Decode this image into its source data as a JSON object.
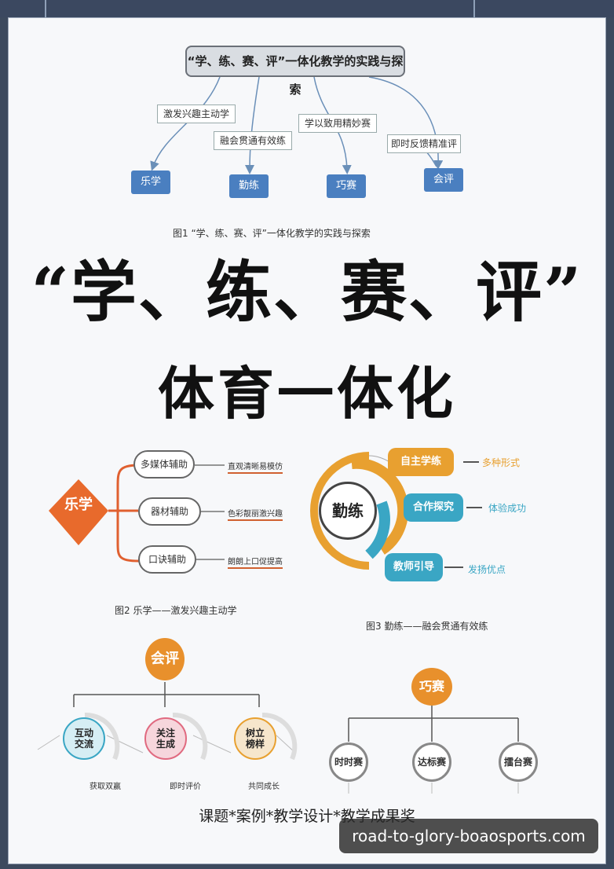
{
  "fig1": {
    "title": "“学、练、赛、评”一体化教学的实践与探索",
    "labels": [
      "激发兴趣主动学",
      "融会贯通有效练",
      "学以致用精妙赛",
      "即时反馈精准评"
    ],
    "nodes": [
      "乐学",
      "勤练",
      "巧赛",
      "会评"
    ],
    "caption": "图1  “学、练、赛、评”一体化教学的实践与探索"
  },
  "headline": {
    "line1": "“学、练、赛、评”",
    "line2": "体育一体化"
  },
  "fig2": {
    "center": "乐学",
    "items": [
      {
        "label": "多媒体辅助",
        "note": "直观清晰易模仿"
      },
      {
        "label": "器材辅助",
        "note": "色彩靓丽激兴趣"
      },
      {
        "label": "口诀辅助",
        "note": "朗朗上口促提高"
      }
    ],
    "caption": "图2  乐学——激发兴趣主动学"
  },
  "fig3": {
    "center": "勤练",
    "items": [
      {
        "label": "自主学练",
        "note": "多种形式",
        "color": "#e8a030"
      },
      {
        "label": "合作探究",
        "note": "体验成功",
        "color": "#3aa6c4"
      },
      {
        "label": "教师引导",
        "note": "发扬优点",
        "color": "#3aa6c4"
      }
    ],
    "caption": "图3  勤练——融会贯通有效练"
  },
  "fig4": {
    "center": "会评",
    "items": [
      {
        "label": "互动交流",
        "line1": "互动",
        "line2": "交流",
        "note": "获取双赢",
        "color": "#3aa6c4"
      },
      {
        "label": "关注生成",
        "line1": "关注",
        "line2": "生成",
        "note": "即时评价",
        "color": "#e06a80"
      },
      {
        "label": "树立榜样",
        "line1": "树立",
        "line2": "榜样",
        "note": "共同成长",
        "color": "#e8a030"
      }
    ]
  },
  "fig5": {
    "center": "巧赛",
    "items": [
      "时时赛",
      "达标赛",
      "擂台赛"
    ]
  },
  "footer": "课题*案例*教学设计*教学成果奖",
  "watermark": "road-to-glory-boaosports.com",
  "colors": {
    "blue": "#4a7fc0",
    "orange": "#e8902c",
    "diamond": "#e86a2c",
    "teal": "#3aa6c4"
  }
}
